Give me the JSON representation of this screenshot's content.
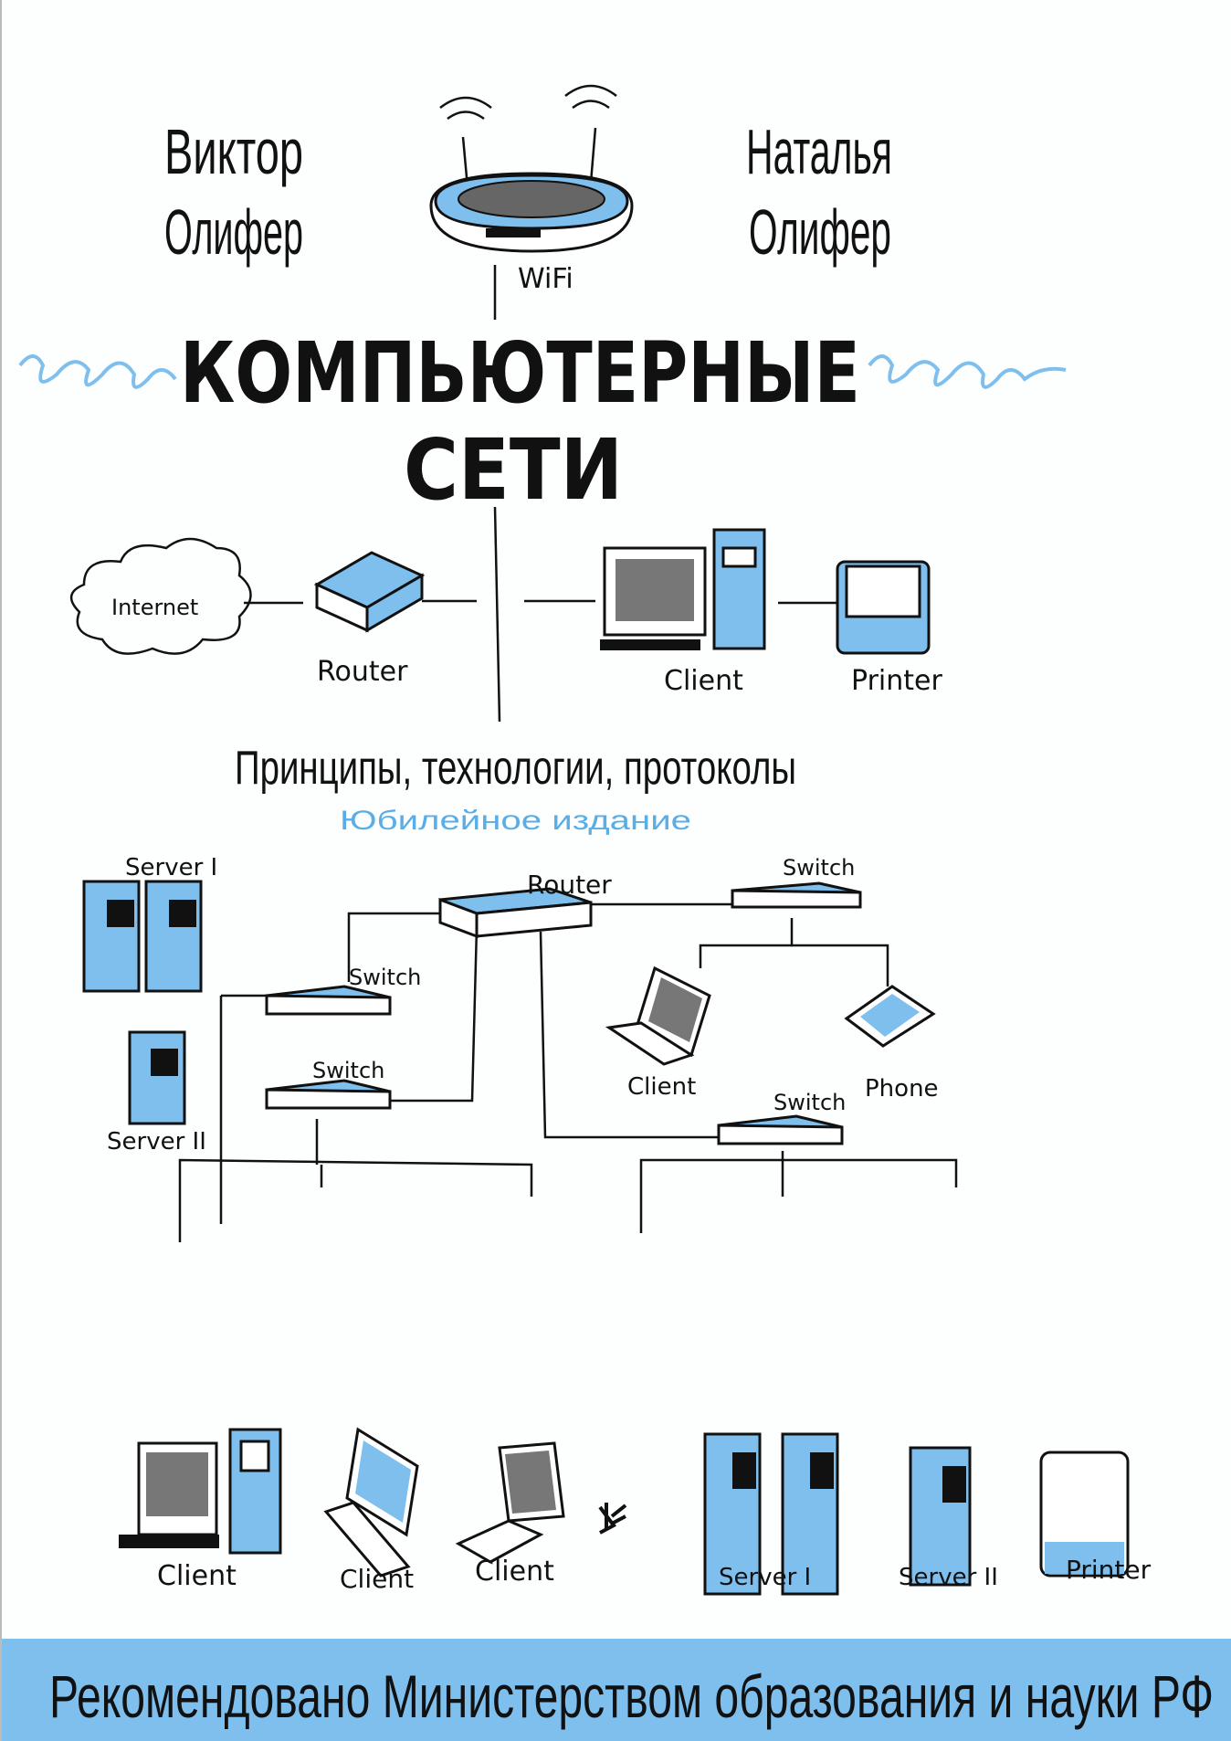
{
  "authors": [
    {
      "first": "Виктор",
      "last": "Олифер"
    },
    {
      "first": "Наталья",
      "last": "Олифер"
    }
  ],
  "title": {
    "line1": "КОМПЬЮТЕРНЫЕ",
    "line2": "СЕТИ"
  },
  "subtitle": "Принципы, технологии, протоколы",
  "edition": "Юбилейное издание",
  "recommendation": "Рекомендовано Министерством образования и науки РФ",
  "diagram_labels": {
    "wifi": "WiFi",
    "internet": "Internet",
    "router_top": "Router",
    "client_top": "Client",
    "printer_top": "Printer",
    "server1_left": "Server I",
    "server2_left": "Server II",
    "router_mid": "Router",
    "switch_left": "Switch",
    "switch_right_top": "Switch",
    "switch_bottom_left": "Switch",
    "switch_bottom_right": "Switch",
    "client_laptop": "Client",
    "phone": "Phone",
    "client_b1": "Client",
    "client_b2": "Client",
    "client_b3": "Client",
    "server1_bottom": "Server I",
    "server2_bottom": "Server II",
    "printer_bottom": "Printer"
  },
  "colors": {
    "accent": "#7fbfee",
    "ink": "#111111"
  }
}
